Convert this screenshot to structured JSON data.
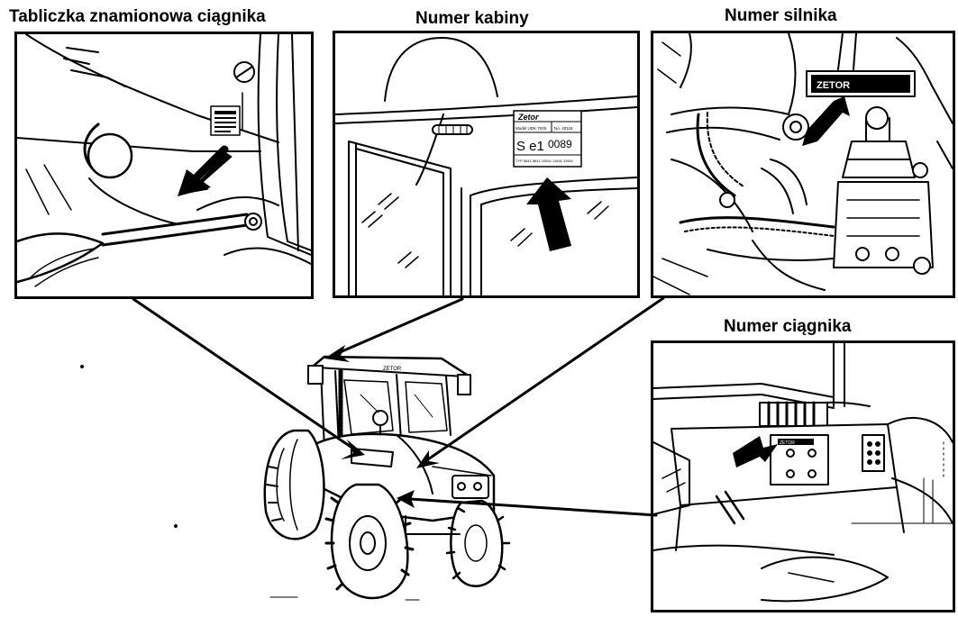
{
  "callouts": {
    "nameplate": "Tabliczka znamionowa ciągnika",
    "cab_number": "Numer kabiny",
    "engine_number": "Numer silnika",
    "tractor_number": "Numer ciągnika"
  },
  "cab_label": {
    "brand": "Zetor",
    "line1": "Model UDK 7045",
    "line2": "No. 40118",
    "mark": "S e1",
    "code": "0089",
    "typ": "TYP 5641.5641.10641.11641.12641"
  },
  "tractor_brand": "ZETOR",
  "plate_brand": "ZETOR",
  "colors": {
    "ink": "#000000",
    "paper": "#ffffff"
  }
}
